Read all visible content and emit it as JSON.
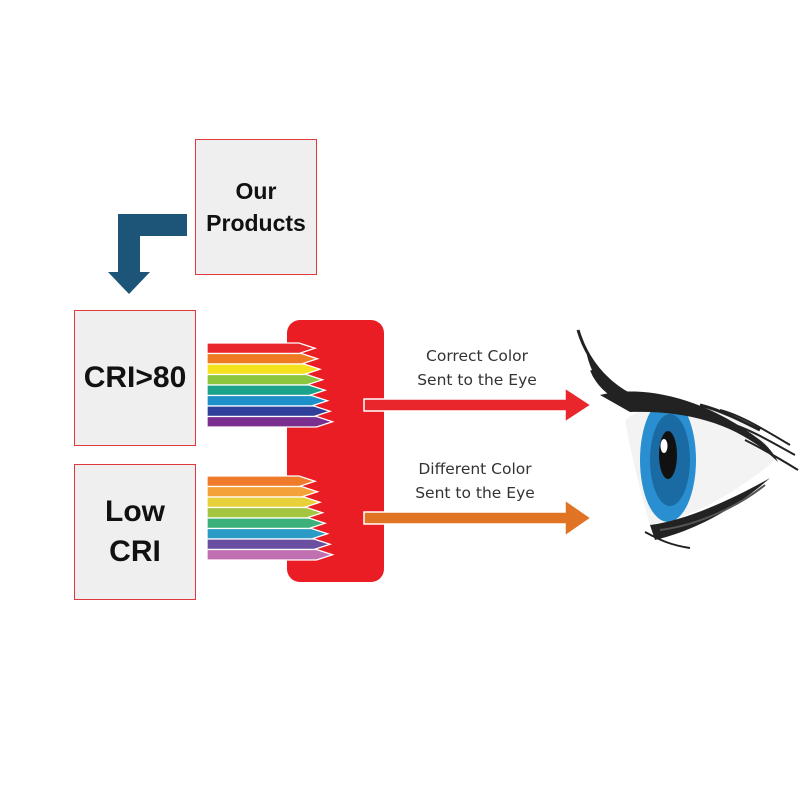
{
  "boxes": {
    "products_line1": "Our",
    "products_line2": "Products",
    "cri80": "CRI>80",
    "lowcri_line1": "Low",
    "lowcri_line2": "CRI"
  },
  "labels": {
    "correct_line1": "Correct Color",
    "correct_line2": "Sent to the Eye",
    "different_line1": "Different Color",
    "different_line2": "Sent to the Eye"
  },
  "colors": {
    "box_border": "#e0393b",
    "box_fill": "#efefef",
    "connector_arrow": "#1c5577",
    "filter_block": "#ea1d25",
    "correct_arrow": "#e8262b",
    "different_arrow": "#e07424",
    "iris": "#2a8fd0",
    "lash": "#222222"
  },
  "spectra": {
    "high_cri_bands": [
      "#e8262b",
      "#ee7a22",
      "#f6e21c",
      "#8cc63f",
      "#1aa38a",
      "#1d8fc9",
      "#2f3f9a",
      "#7a2f8f"
    ],
    "low_cri_bands": [
      "#ef7a2a",
      "#f4a13a",
      "#e7d13a",
      "#a4c540",
      "#3bb07a",
      "#2a9bc4",
      "#6a4fa0",
      "#c070b0"
    ]
  }
}
